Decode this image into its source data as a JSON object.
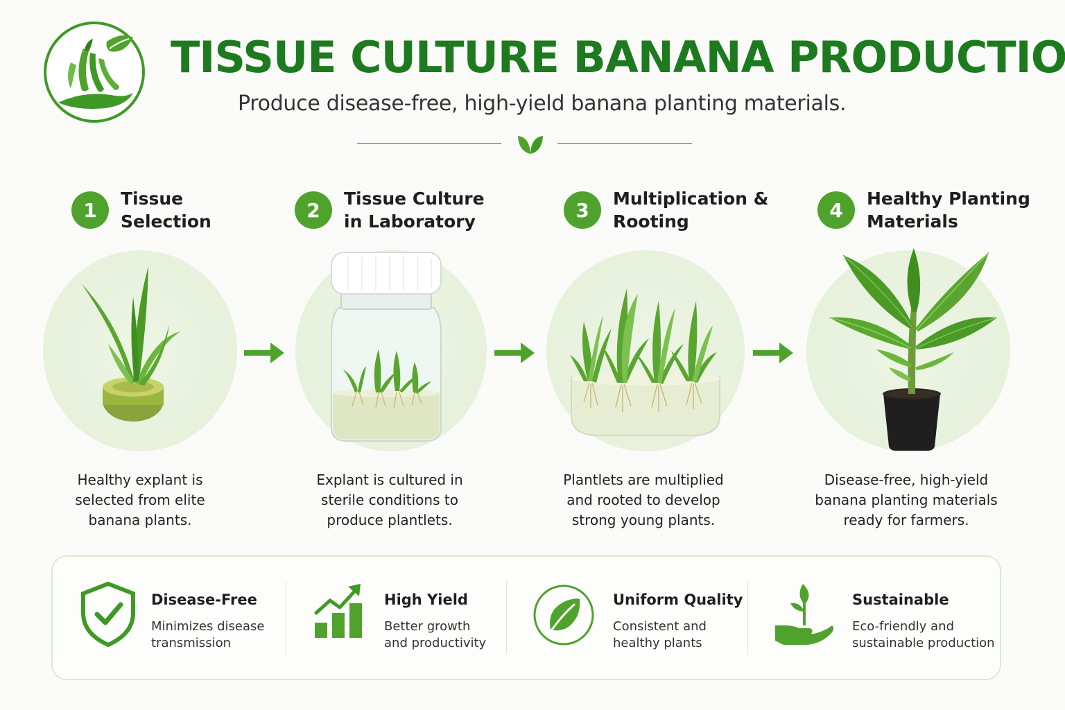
{
  "header": {
    "title": "TISSUE CULTURE BANANA PRODUCTION",
    "subtitle": "Produce disease-free, high-yield banana planting materials.",
    "logo_icon": "banana-leaf-hand-logo-icon",
    "divider_icon": "leaf-sprout-icon"
  },
  "colors": {
    "brand_green": "#1d7a1f",
    "accent_green": "#4fa32c",
    "light_green": "#7cc159",
    "circle_bg": "#e9f3df"
  },
  "steps": [
    {
      "number": "1",
      "title": "Tissue\nSelection",
      "description": "Healthy explant is\nselected from elite\nbanana plants.",
      "image": "banana-explant-icon"
    },
    {
      "number": "2",
      "title": "Tissue Culture\nin Laboratory",
      "description": "Explant is cultured in\nsterile conditions to\nproduce plantlets.",
      "image": "culture-jar-icon"
    },
    {
      "number": "3",
      "title": "Multiplication &\nRooting",
      "description": "Plantlets are multiplied\nand rooted to develop\nstrong young plants.",
      "image": "rooted-plantlets-icon"
    },
    {
      "number": "4",
      "title": "Healthy Planting\nMaterials",
      "description": "Disease-free, high-yield\nbanana planting materials\nready for farmers.",
      "image": "potted-banana-plant-icon"
    }
  ],
  "benefits": [
    {
      "title": "Disease-Free",
      "description": "Minimizes disease\ntransmission",
      "icon": "shield-check-icon"
    },
    {
      "title": "High Yield",
      "description": "Better growth\nand productivity",
      "icon": "growth-chart-icon"
    },
    {
      "title": "Uniform Quality",
      "description": "Consistent and\nhealthy plants",
      "icon": "leaf-circle-icon"
    },
    {
      "title": "Sustainable",
      "description": "Eco-friendly and\nsustainable production",
      "icon": "hand-sprout-icon"
    }
  ]
}
